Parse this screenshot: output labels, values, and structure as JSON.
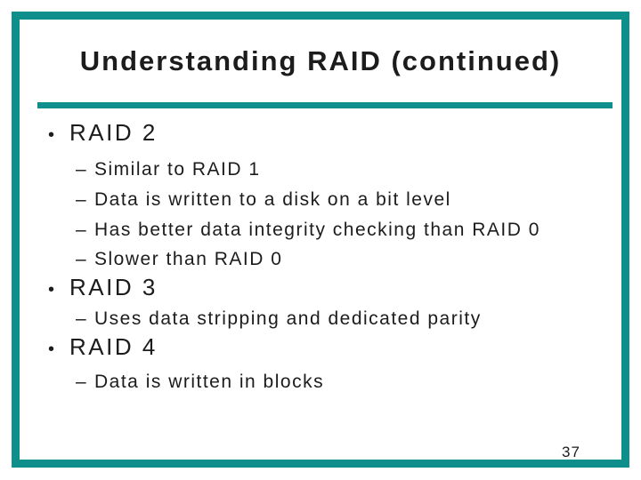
{
  "slide": {
    "title": "Understanding RAID (continued)",
    "page_number": "37",
    "colors": {
      "accent": "#0e8f8c",
      "text": "#1c1c1c",
      "background": "#ffffff"
    },
    "bullets": [
      {
        "level": 1,
        "marker": "•",
        "text": "RAID 2"
      },
      {
        "level": 2,
        "marker": "–",
        "text": "Similar to RAID 1"
      },
      {
        "level": 2,
        "marker": "–",
        "text": "Data is written to a disk on a bit level"
      },
      {
        "level": 2,
        "marker": "–",
        "text": "Has better data integrity checking than RAID 0"
      },
      {
        "level": 2,
        "marker": "–",
        "text": "Slower than RAID 0"
      },
      {
        "level": 1,
        "marker": "•",
        "text": "RAID 3"
      },
      {
        "level": 2,
        "marker": "–",
        "text": "Uses data stripping and dedicated parity"
      },
      {
        "level": 1,
        "marker": "•",
        "text": "RAID 4"
      },
      {
        "level": 2,
        "marker": "–",
        "text": "Data is written in blocks"
      }
    ]
  }
}
